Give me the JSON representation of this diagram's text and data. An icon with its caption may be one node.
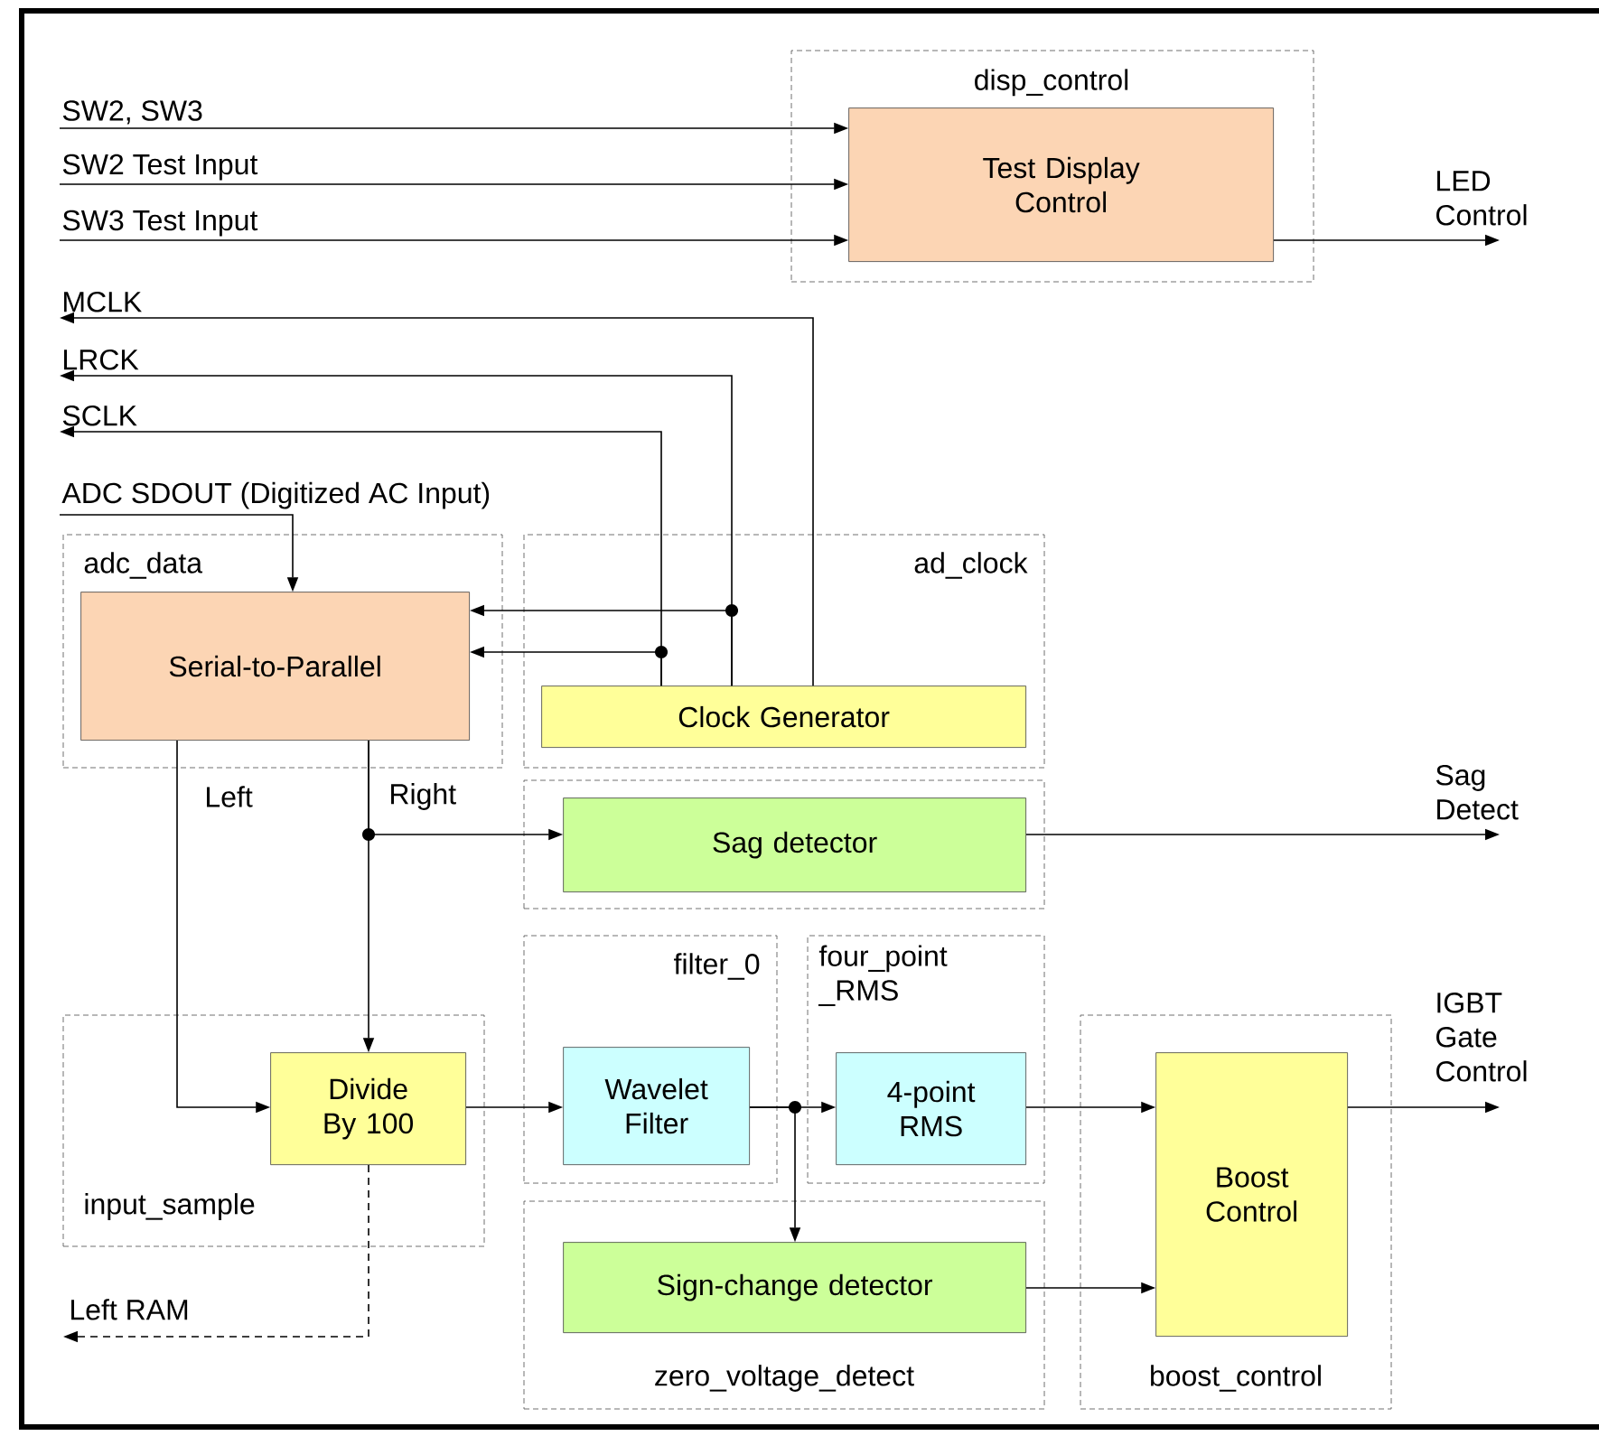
{
  "diagram": {
    "nodes": [
      {
        "text": [
          "disp_control"
        ]
      },
      {
        "text": [
          "Test Display Control"
        ],
        "in": 0
      },
      {
        "text": [
          "adc_data"
        ]
      },
      {
        "text": [
          "Serial-to-Parallel"
        ],
        "in": 2
      },
      {
        "text": [
          "ad_clock"
        ]
      },
      {
        "text": [
          "Clock Generator"
        ],
        "in": 4
      },
      {
        "text": [],
        "shape": "box"
      },
      {
        "text": [
          "Sag detector"
        ],
        "in": 6
      },
      {
        "text": [
          "filter_0"
        ]
      },
      {
        "text": [
          "Wavelet Filter"
        ],
        "in": 8
      },
      {
        "text": [
          "four_point _RMS"
        ]
      },
      {
        "text": [
          "4-point RMS"
        ],
        "in": 10
      },
      {
        "text": [
          "input_sample"
        ]
      },
      {
        "text": [
          "Divide By 100"
        ],
        "in": 12
      },
      {
        "text": [
          "zero_voltage_detect"
        ]
      },
      {
        "text": [
          "Sign-change detector"
        ],
        "in": 14
      },
      {
        "text": [
          "boost_control"
        ]
      },
      {
        "text": [
          "Boost Control"
        ],
        "in": 16
      },
      {
        "text": [
          "SW2, SW3"
        ]
      },
      {
        "text": [
          "SW2 Test Input"
        ]
      },
      {
        "text": [
          "SW3 Test Input"
        ]
      },
      {
        "text": [
          "LED Control"
        ]
      },
      {
        "text": [
          "MCLK"
        ]
      },
      {
        "text": [
          "LRCK"
        ]
      },
      {
        "text": [
          "SCLK"
        ]
      },
      {
        "text": [
          "ADC SDOUT (Digitized AC Input)"
        ]
      },
      {
        "text": [
          "Sag Detect"
        ]
      },
      {
        "text": [
          "IGBT Gate Control"
        ]
      },
      {
        "text": [
          "Left RAM"
        ]
      }
    ],
    "edges": [
      {
        "from": 18,
        "to": 1,
        "arrow": "to"
      },
      {
        "from": 19,
        "to": 1,
        "arrow": "to"
      },
      {
        "from": 20,
        "to": 1,
        "arrow": "to"
      },
      {
        "from": 1,
        "to": 21,
        "arrow": "to"
      },
      {
        "from": 5,
        "to": 22,
        "arrow": "to"
      },
      {
        "from": 5,
        "to": 23,
        "arrow": "to"
      },
      {
        "from": 5,
        "to": 24,
        "arrow": "to"
      },
      {
        "from": 5,
        "to": 3,
        "arrow": "to"
      },
      {
        "from": 5,
        "to": 3,
        "arrow": "to"
      },
      {
        "from": 25,
        "to": 3,
        "arrow": "to"
      },
      {
        "from": 3,
        "to": 13,
        "arrow": "to",
        "label": "Left"
      },
      {
        "from": 3,
        "to": 13,
        "arrow": "to",
        "label": "Right"
      },
      {
        "from": 3,
        "to": 7,
        "arrow": "to"
      },
      {
        "from": 7,
        "to": 26,
        "arrow": "to"
      },
      {
        "from": 13,
        "to": 9,
        "arrow": "to"
      },
      {
        "from": 9,
        "to": 11,
        "arrow": "to"
      },
      {
        "from": 9,
        "to": 15,
        "arrow": "to"
      },
      {
        "from": 11,
        "to": 17,
        "arrow": "to"
      },
      {
        "from": 15,
        "to": 17,
        "arrow": "to"
      },
      {
        "from": 17,
        "to": 27,
        "arrow": "to"
      },
      {
        "from": 13,
        "to": 28,
        "arrow": "to",
        "style": "dashed"
      }
    ]
  }
}
